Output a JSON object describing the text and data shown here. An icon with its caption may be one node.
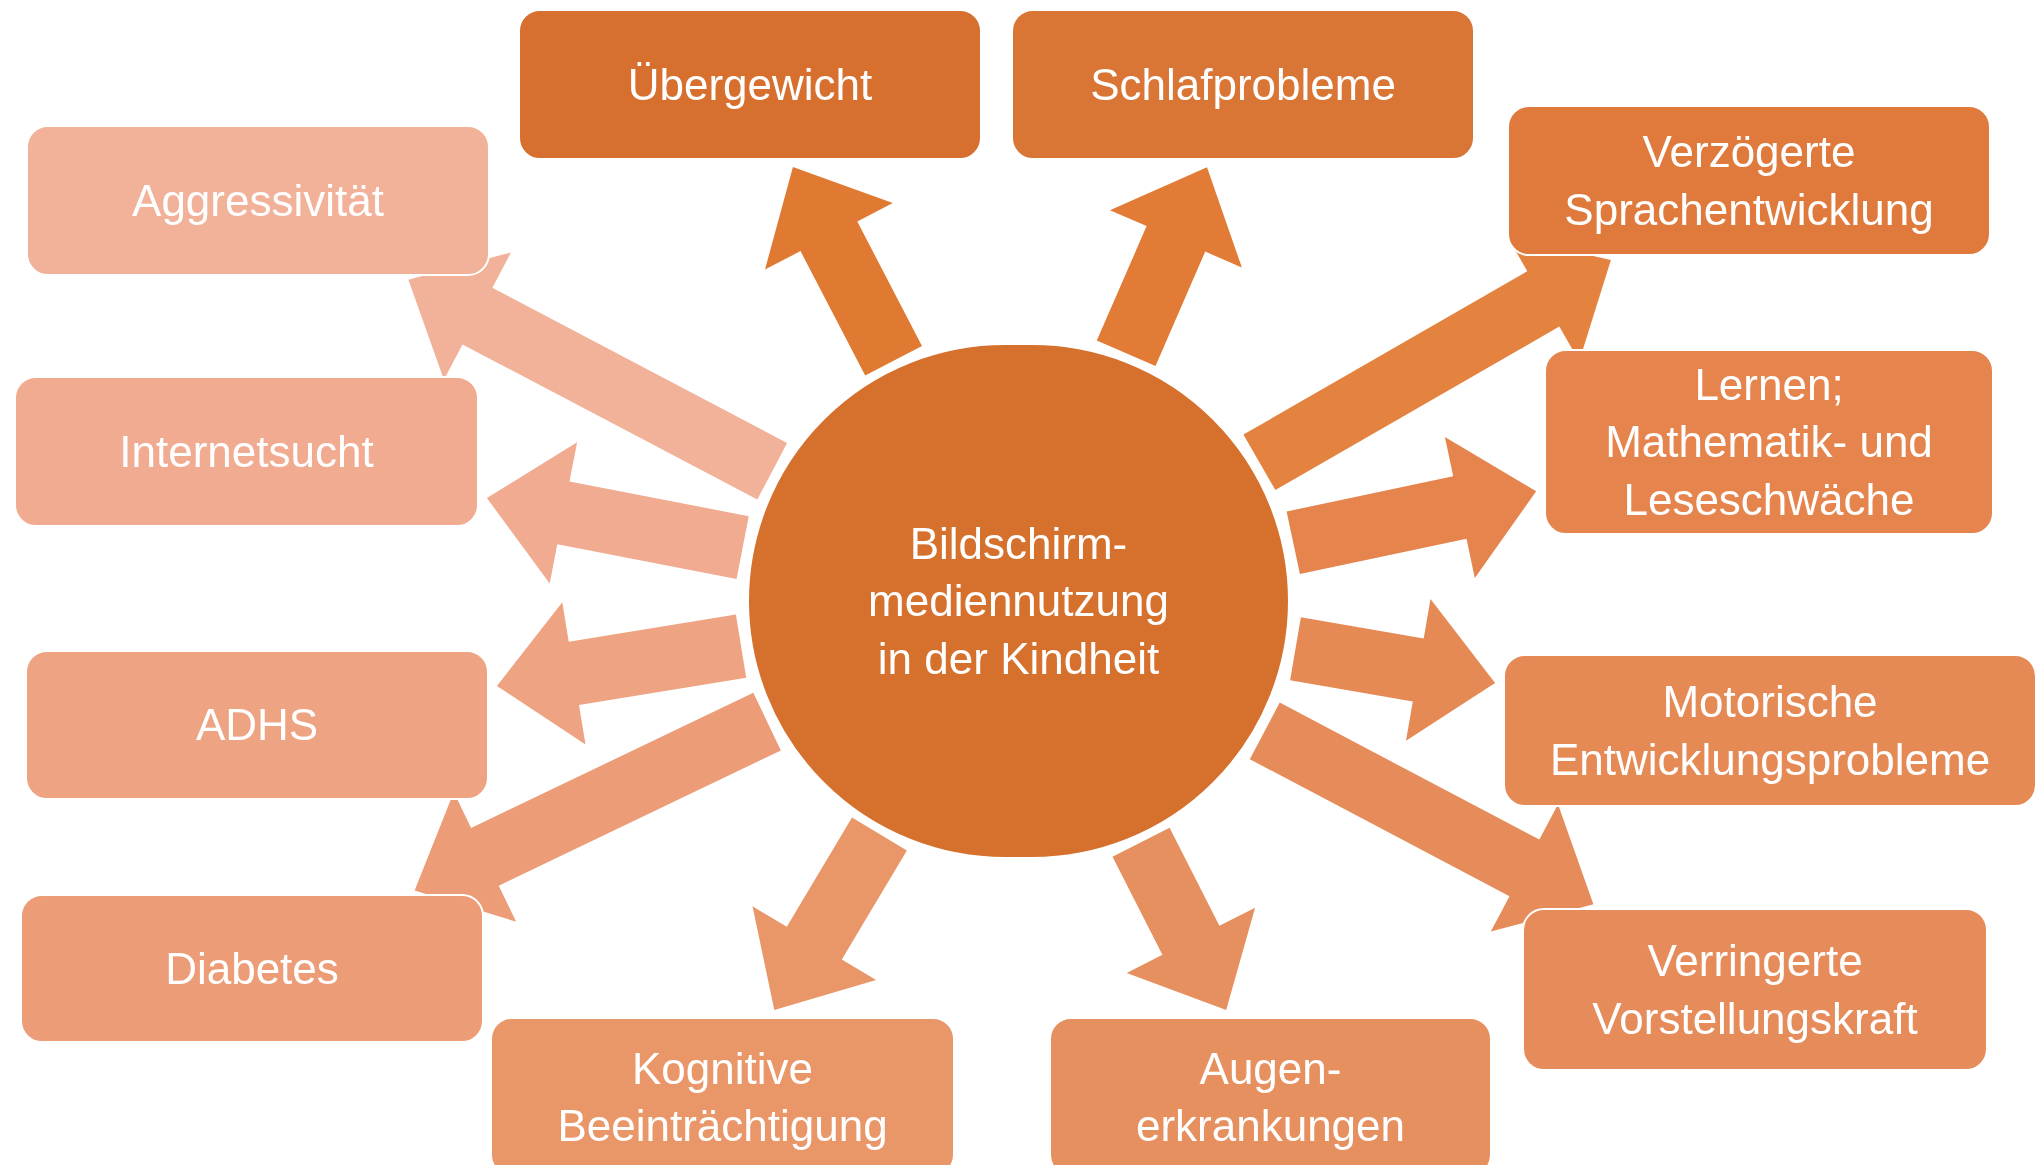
{
  "diagram": {
    "nodes": [
      {
        "text": [
          "Bildschirm- mediennutzung in der Kindheit"
        ]
      },
      {
        "text": [
          "Übergewicht"
        ]
      },
      {
        "text": [
          "Schlafprobleme"
        ]
      },
      {
        "text": [
          "Aggressivität"
        ]
      },
      {
        "text": [
          "Verzögerte Sprachentwicklung"
        ]
      },
      {
        "text": [
          "Internetsucht"
        ]
      },
      {
        "text": [
          "Lernen; Mathematik- und Leseschwäche"
        ]
      },
      {
        "text": [
          "ADHS"
        ]
      },
      {
        "text": [
          "Motorische Entwicklungsprobleme"
        ]
      },
      {
        "text": [
          "Diabetes"
        ]
      },
      {
        "text": [
          "Verringerte Vorstellungskraft"
        ]
      },
      {
        "text": [
          "Kognitive Beeinträchtigung"
        ]
      },
      {
        "text": [
          "Augen- erkrankungen"
        ]
      }
    ],
    "edges": [
      {
        "from": 0,
        "to": 1,
        "arrow": "to",
        "color": "#e07a33"
      },
      {
        "from": 0,
        "to": 2,
        "arrow": "to",
        "color": "#e27b36"
      },
      {
        "from": 0,
        "to": 3,
        "arrow": "to",
        "color": "#f2b199"
      },
      {
        "from": 0,
        "to": 4,
        "arrow": "to",
        "color": "#e4823f"
      },
      {
        "from": 0,
        "to": 5,
        "arrow": "to",
        "color": "#f0ab90"
      },
      {
        "from": 0,
        "to": 6,
        "arrow": "to",
        "color": "#e5844c"
      },
      {
        "from": 0,
        "to": 7,
        "arrow": "to",
        "color": "#eea382"
      },
      {
        "from": 0,
        "to": 8,
        "arrow": "to",
        "color": "#e68a55"
      },
      {
        "from": 0,
        "to": 9,
        "arrow": "to",
        "color": "#ec9d78"
      },
      {
        "from": 0,
        "to": 10,
        "arrow": "to",
        "color": "#e68c5a"
      },
      {
        "from": 0,
        "to": 11,
        "arrow": "to",
        "color": "#e99669"
      },
      {
        "from": 0,
        "to": 12,
        "arrow": "to",
        "color": "#e7905f"
      }
    ]
  }
}
